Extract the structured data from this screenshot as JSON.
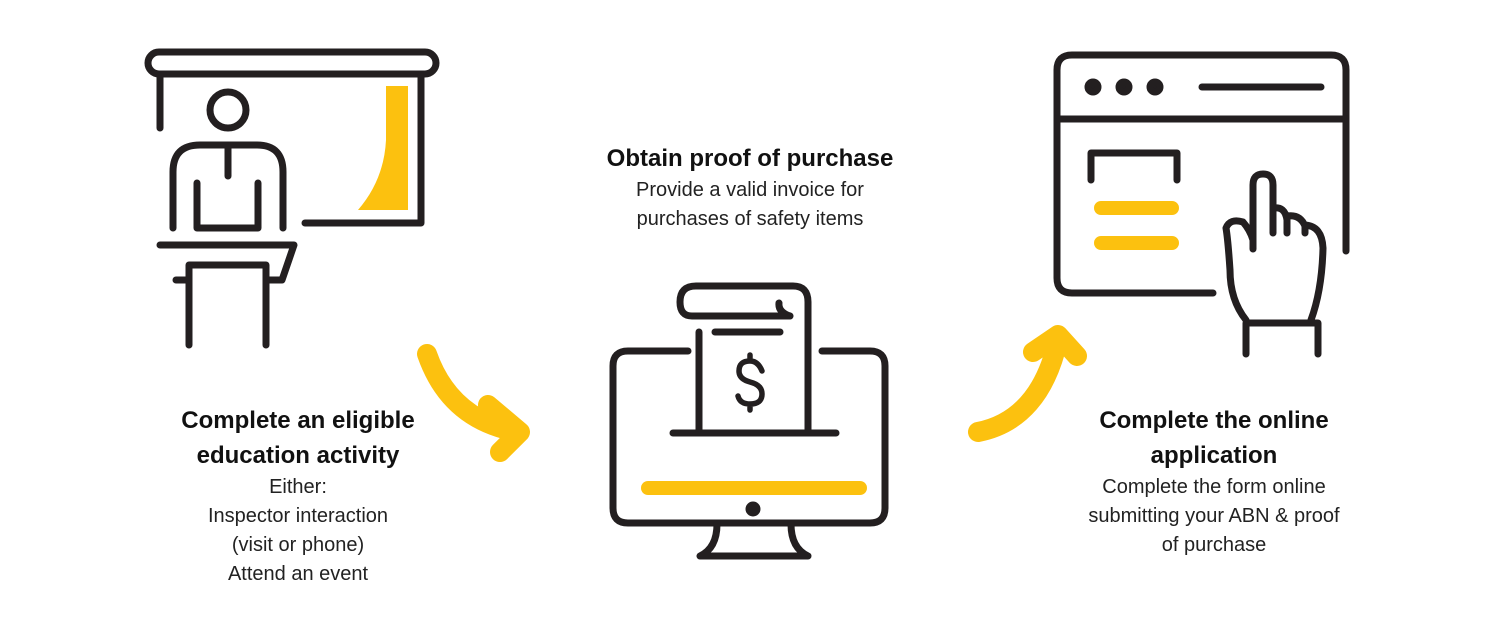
{
  "colors": {
    "ink": "#231f20",
    "accent": "#fcc10f"
  },
  "steps": [
    {
      "icon": "presenter-lectern-icon",
      "title_lines": [
        "Complete an eligible",
        "education activity"
      ],
      "body_lines": [
        "Either:",
        "Inspector interaction",
        "(visit or phone)",
        "Attend an event"
      ]
    },
    {
      "icon": "invoice-monitor-icon",
      "title_lines": [
        "Obtain proof of purchase"
      ],
      "body_lines": [
        "Provide a valid invoice for",
        "purchases of safety items"
      ]
    },
    {
      "icon": "browser-hand-click-icon",
      "title_lines": [
        "Complete the online",
        "application"
      ],
      "body_lines": [
        "Complete the form online",
        "submitting your ABN & proof",
        "of purchase"
      ]
    }
  ]
}
